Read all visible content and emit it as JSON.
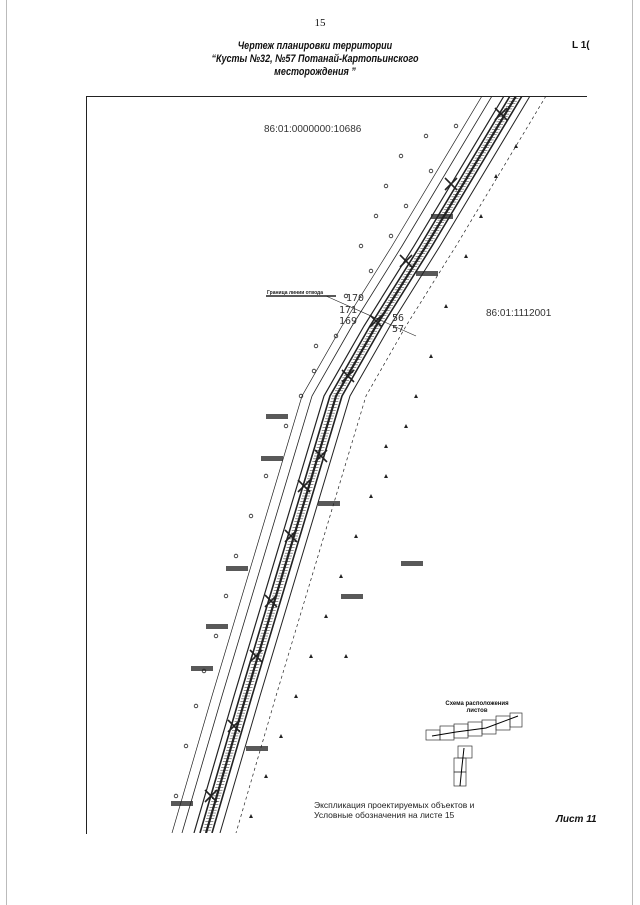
{
  "page_number": "15",
  "title": {
    "line1": "Чертеж планировки территории",
    "line2": "“Кусты №32, №57 Потанай-Картопьинского месторождения ”"
  },
  "corner_stamp": "L 1(",
  "cadastral": {
    "left_parcel": "86:01:0000000:10686",
    "right_parcel": "86:01:1112001"
  },
  "point_labels": [
    "170",
    "171",
    "169",
    "56",
    "57"
  ],
  "boundary_label": "Граница линии отвода",
  "scheme": {
    "title_line1": "Схема расположения",
    "title_line2": "листов"
  },
  "legend_note": {
    "line1": "Экспликация проектируемых объектов и",
    "line2": "Условные обозначения на листе 15"
  },
  "sheet_label": "Лист 11",
  "colors": {
    "ink": "#222222",
    "paper": "#ffffff"
  }
}
